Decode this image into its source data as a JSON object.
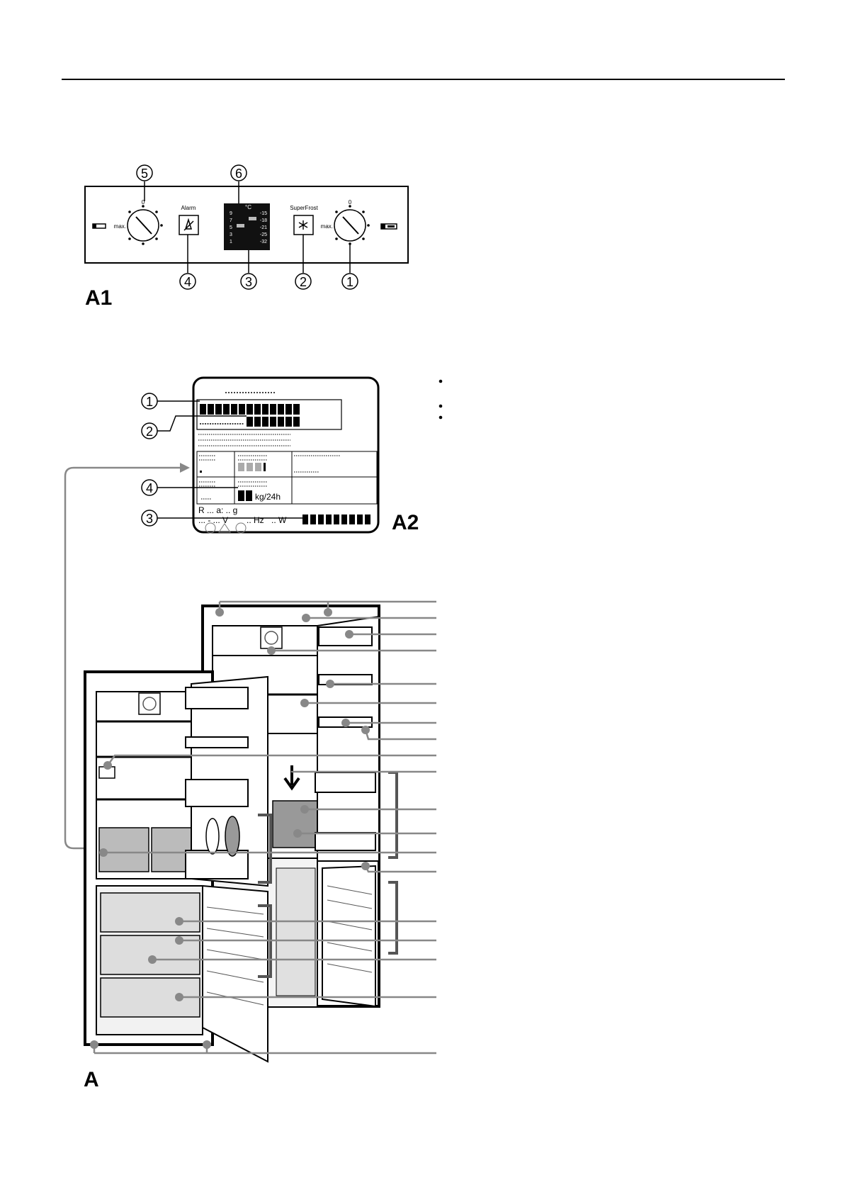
{
  "a1": {
    "label": "A1",
    "callouts": [
      "5",
      "6",
      "4",
      "3",
      "2",
      "1"
    ],
    "alarm_label": "Alarm",
    "superfrost_label": "SuperFrost",
    "dial_zero": "0",
    "dial_max": "max.",
    "display_unit": "°C",
    "display_left": [
      "9",
      "7",
      "5",
      "3",
      "1"
    ],
    "display_right": [
      "-15",
      "-18",
      "-21",
      "-25",
      "-32"
    ]
  },
  "a2": {
    "label": "A2",
    "callouts": [
      "1",
      "2",
      "4",
      "3"
    ],
    "kg_label": "kg/24h",
    "line_r": "R ... a: .. g",
    "line_v": "... - ... V",
    "line_hz": ".. Hz",
    "line_w": ".. W"
  },
  "a": {
    "label": "A"
  }
}
